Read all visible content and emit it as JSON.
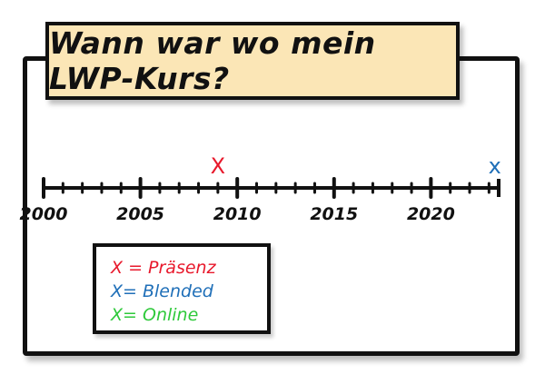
{
  "title": "Wann war wo mein LWP-Kurs?",
  "timeline": {
    "axis_min": 2000,
    "axis_max": 2023.5,
    "ticks": [
      2000,
      2001,
      2002,
      2003,
      2004,
      2005,
      2006,
      2007,
      2008,
      2009,
      2010,
      2011,
      2012,
      2013,
      2014,
      2015,
      2016,
      2017,
      2018,
      2019,
      2020,
      2021,
      2022,
      2023
    ],
    "major_labels": [
      {
        "year": 2000,
        "text": "2000"
      },
      {
        "year": 2005,
        "text": "2005"
      },
      {
        "year": 2010,
        "text": "2010"
      },
      {
        "year": 2015,
        "text": "2015"
      },
      {
        "year": 2020,
        "text": "2020"
      }
    ],
    "marks": [
      {
        "year": 2009,
        "symbol": "X",
        "type": "Präsenz",
        "color": "#e8192c"
      },
      {
        "year": 2023.3,
        "symbol": "x",
        "type": "Blended",
        "color": "#1f6fb8"
      }
    ]
  },
  "legend": [
    {
      "symbol": "X",
      "text": " = Präsenz",
      "color": "#e8192c"
    },
    {
      "symbol": "X",
      "text": "= Blended",
      "color": "#1f6fb8"
    },
    {
      "symbol": "X",
      "text": "= Online",
      "color": "#2ec93a"
    }
  ]
}
